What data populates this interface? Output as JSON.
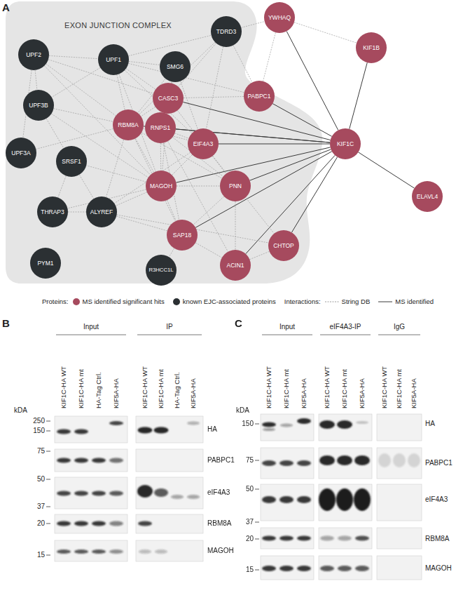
{
  "diagram": {
    "nodes": [
      {
        "text": [
          "EXON JUNCTION COMPLEX"
        ]
      },
      {
        "text": [
          "YWHAQ"
        ]
      },
      {
        "text": [
          "TDRD3"
        ],
        "in": 0
      },
      {
        "text": [
          "KIF1B"
        ]
      },
      {
        "text": [
          "UPF2"
        ],
        "in": 0
      },
      {
        "text": [
          "UPF1"
        ],
        "in": 0
      },
      {
        "text": [
          "SMG6"
        ],
        "in": 0
      },
      {
        "text": [
          "PABPC1"
        ],
        "in": 0
      },
      {
        "text": [
          "CASC3"
        ],
        "in": 0
      },
      {
        "text": [
          "UPF3B"
        ],
        "in": 0
      },
      {
        "text": [
          "RBM8A"
        ],
        "in": 0
      },
      {
        "text": [
          "RNPS1"
        ],
        "in": 0
      },
      {
        "text": [
          "EIF4A3"
        ],
        "in": 0
      },
      {
        "text": [
          "KIF1C"
        ]
      },
      {
        "text": [
          "UPF3A"
        ],
        "in": 0
      },
      {
        "text": [
          "SRSF1"
        ],
        "in": 0
      },
      {
        "text": [
          "MAGOH"
        ],
        "in": 0
      },
      {
        "text": [
          "PNN"
        ],
        "in": 0
      },
      {
        "text": [
          "ELAVL4"
        ]
      },
      {
        "text": [
          "THRAP3"
        ],
        "in": 0
      },
      {
        "text": [
          "ALYREF"
        ],
        "in": 0
      },
      {
        "text": [
          "SAP18"
        ],
        "in": 0
      },
      {
        "text": [
          "CHTOP"
        ],
        "in": 0
      },
      {
        "text": [
          "ACIN1"
        ],
        "in": 0
      },
      {
        "text": [
          "PYM1"
        ],
        "in": 0
      },
      {
        "text": [
          "R3HCC1L"
        ],
        "in": 0
      }
    ],
    "edges": [
      {
        "from": 13,
        "to": 1,
        "arrow": "none"
      },
      {
        "from": 13,
        "to": 3,
        "arrow": "none"
      },
      {
        "from": 13,
        "to": 7,
        "arrow": "none"
      },
      {
        "from": 13,
        "to": 8,
        "arrow": "none"
      },
      {
        "from": 13,
        "to": 11,
        "arrow": "none"
      },
      {
        "from": 13,
        "to": 10,
        "arrow": "none"
      },
      {
        "from": 13,
        "to": 12,
        "arrow": "none"
      },
      {
        "from": 13,
        "to": 17,
        "arrow": "none"
      },
      {
        "from": 13,
        "to": 16,
        "arrow": "none"
      },
      {
        "from": 13,
        "to": 21,
        "arrow": "none"
      },
      {
        "from": 13,
        "to": 23,
        "arrow": "none"
      },
      {
        "from": 13,
        "to": 22,
        "arrow": "none"
      },
      {
        "from": 13,
        "to": 18,
        "arrow": "none"
      },
      {
        "from": 4,
        "to": 5,
        "arrow": "none"
      },
      {
        "from": 4,
        "to": 9,
        "arrow": "none"
      },
      {
        "from": 4,
        "to": 14,
        "arrow": "none"
      },
      {
        "from": 4,
        "to": 8,
        "arrow": "none"
      },
      {
        "from": 4,
        "to": 10,
        "arrow": "none"
      },
      {
        "from": 4,
        "to": 16,
        "arrow": "none"
      },
      {
        "from": 5,
        "to": 6,
        "arrow": "none"
      },
      {
        "from": 5,
        "to": 9,
        "arrow": "none"
      },
      {
        "from": 5,
        "to": 8,
        "arrow": "none"
      },
      {
        "from": 5,
        "to": 10,
        "arrow": "none"
      },
      {
        "from": 5,
        "to": 16,
        "arrow": "none"
      },
      {
        "from": 5,
        "to": 12,
        "arrow": "none"
      },
      {
        "from": 5,
        "to": 2,
        "arrow": "none"
      },
      {
        "from": 5,
        "to": 7,
        "arrow": "none"
      },
      {
        "from": 6,
        "to": 8,
        "arrow": "none"
      },
      {
        "from": 6,
        "to": 10,
        "arrow": "none"
      },
      {
        "from": 6,
        "to": 12,
        "arrow": "none"
      },
      {
        "from": 2,
        "to": 8,
        "arrow": "none"
      },
      {
        "from": 2,
        "to": 7,
        "arrow": "none"
      },
      {
        "from": 2,
        "to": 1,
        "arrow": "none"
      },
      {
        "from": 2,
        "to": 12,
        "arrow": "none"
      },
      {
        "from": 2,
        "to": 10,
        "arrow": "none"
      },
      {
        "from": 1,
        "to": 7,
        "arrow": "none"
      },
      {
        "from": 1,
        "to": 3,
        "arrow": "none"
      },
      {
        "from": 8,
        "to": 10,
        "arrow": "none"
      },
      {
        "from": 8,
        "to": 12,
        "arrow": "none"
      },
      {
        "from": 8,
        "to": 16,
        "arrow": "none"
      },
      {
        "from": 8,
        "to": 7,
        "arrow": "none"
      },
      {
        "from": 9,
        "to": 10,
        "arrow": "none"
      },
      {
        "from": 9,
        "to": 16,
        "arrow": "none"
      },
      {
        "from": 9,
        "to": 15,
        "arrow": "none"
      },
      {
        "from": 14,
        "to": 10,
        "arrow": "none"
      },
      {
        "from": 10,
        "to": 11,
        "arrow": "none"
      },
      {
        "from": 10,
        "to": 16,
        "arrow": "none"
      },
      {
        "from": 10,
        "to": 12,
        "arrow": "none"
      },
      {
        "from": 10,
        "to": 17,
        "arrow": "none"
      },
      {
        "from": 10,
        "to": 21,
        "arrow": "none"
      },
      {
        "from": 10,
        "to": 20,
        "arrow": "none"
      },
      {
        "from": 11,
        "to": 12,
        "arrow": "none"
      },
      {
        "from": 11,
        "to": 16,
        "arrow": "none"
      },
      {
        "from": 11,
        "to": 21,
        "arrow": "none"
      },
      {
        "from": 11,
        "to": 23,
        "arrow": "none"
      },
      {
        "from": 11,
        "to": 17,
        "arrow": "none"
      },
      {
        "from": 12,
        "to": 16,
        "arrow": "none"
      },
      {
        "from": 12,
        "to": 17,
        "arrow": "none"
      },
      {
        "from": 12,
        "to": 20,
        "arrow": "none"
      },
      {
        "from": 12,
        "to": 22,
        "arrow": "none"
      },
      {
        "from": 16,
        "to": 15,
        "arrow": "none"
      },
      {
        "from": 16,
        "to": 17,
        "arrow": "none"
      },
      {
        "from": 16,
        "to": 20,
        "arrow": "none"
      },
      {
        "from": 16,
        "to": 19,
        "arrow": "none"
      },
      {
        "from": 16,
        "to": 21,
        "arrow": "none"
      },
      {
        "from": 17,
        "to": 21,
        "arrow": "none"
      },
      {
        "from": 17,
        "to": 23,
        "arrow": "none"
      },
      {
        "from": 21,
        "to": 23,
        "arrow": "none"
      },
      {
        "from": 21,
        "to": 20,
        "arrow": "none"
      },
      {
        "from": 21,
        "to": 25,
        "arrow": "none"
      },
      {
        "from": 20,
        "to": 22,
        "arrow": "none"
      },
      {
        "from": 15,
        "to": 20,
        "arrow": "none"
      },
      {
        "from": 15,
        "to": 19,
        "arrow": "none"
      },
      {
        "from": 19,
        "to": 20,
        "arrow": "none"
      },
      {
        "from": 23,
        "to": 22,
        "arrow": "none"
      }
    ],
    "labels": [
      "A",
      "Proteins:",
      "Interactions:",
      "B",
      "Input",
      "IP",
      "KIF1C-HA WT",
      "KIF1C-HA mt",
      "HA-Tag Ctrl.",
      "KIF5A-HA",
      "KIF1C-HA WT",
      "KIF1C-HA mt",
      "HA-Tag Ctrl.",
      "KIF5A-HA",
      "kDA",
      "250",
      "150",
      "75",
      "50",
      "37",
      "20",
      "15",
      "HA",
      "PABPC1",
      "eIF4A3",
      "RBM8A",
      "MAGOH",
      "C",
      "Input",
      "eIF4A3-IP",
      "IgG",
      "KIF1C-HA WT",
      "KIF1C-HA mt",
      "KIF5A-HA",
      "KIF1C-HA WT",
      "KIF1C-HA mt",
      "KIF5A-HA",
      "KIF1C-HA WT",
      "KIF1C-HA mt",
      "KIF5A-HA",
      "kDA",
      "150",
      "75",
      "50",
      "37",
      "20",
      "15",
      "HA",
      "PABPC1",
      "eIF4A3",
      "RBM8A",
      "MAGOH"
    ],
    "legend": [
      {
        "text": "MS identified significant hits",
        "color": "#a64a5e"
      },
      {
        "text": "known EJC-associated proteins",
        "color": "#2b3033"
      },
      {
        "text": "String DB"
      },
      {
        "text": "MS identified"
      }
    ]
  }
}
